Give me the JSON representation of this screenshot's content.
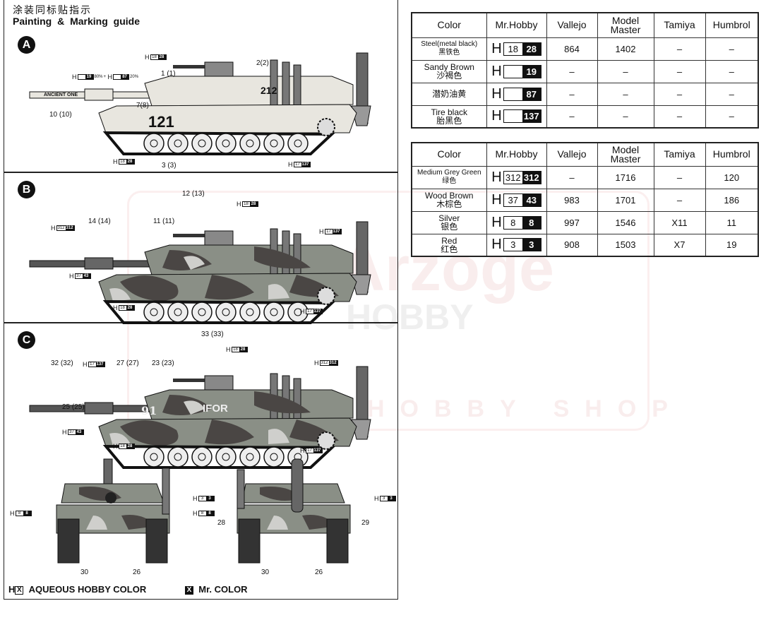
{
  "guide": {
    "title_cn": "涂装同标贴指示",
    "title_en": "Painting & Marking guide",
    "schemes": [
      "A",
      "B",
      "C"
    ]
  },
  "panel_a": {
    "decal_hull": "121",
    "decal_turret": "212",
    "decal_barrel": "ANCIENT ONE",
    "callouts": {
      "mg": {
        "aq": "18",
        "mr": "28"
      },
      "mix": {
        "aq1": "19",
        "pct1": "80%",
        "plus": "+",
        "aq2": "87",
        "pct2": "20%"
      },
      "n2": "2(2)",
      "n1": "1 (1)",
      "n7": "7(8)",
      "n10": "10 (10)",
      "n3": "3 (3)",
      "track_front": {
        "aq": "18",
        "mr": "28"
      },
      "track_rear": {
        "aq": "17",
        "mr": "137"
      }
    }
  },
  "panel_b": {
    "callouts": {
      "n12": "12 (13)",
      "mg": {
        "aq": "18",
        "mr": "28"
      },
      "n14": "14 (14)",
      "n11": "11 (11)",
      "green": {
        "aq": "312",
        "mr": "312"
      },
      "tire": {
        "aq": "17",
        "mr": "137"
      },
      "brown": {
        "aq": "37",
        "mr": "43"
      },
      "track_front": {
        "aq": "18",
        "mr": "28"
      },
      "track_rear": {
        "aq": "17",
        "mr": "137"
      }
    }
  },
  "panel_c": {
    "decal_hull": "91",
    "decal_ifor": "IFOR",
    "callouts": {
      "n33": "33 (33)",
      "mg": {
        "aq": "18",
        "mr": "28"
      },
      "n32": "32 (32)",
      "barrel": {
        "aq": "17",
        "mr": "137"
      },
      "n27": "27 (27)",
      "n23": "23 (23)",
      "green": {
        "aq": "312",
        "mr": "312"
      },
      "n25": "25 (25)",
      "brown": {
        "aq": "37",
        "mr": "43"
      },
      "track_front": {
        "aq": "18",
        "mr": "28"
      },
      "track_rear": {
        "aq": "17",
        "mr": "137"
      }
    },
    "front_view": {
      "light_left": {
        "aq": "8",
        "mr": "8"
      },
      "light_right": {
        "aq": "8",
        "mr": "8"
      },
      "n30": "30",
      "n26": "26"
    },
    "rear_view": {
      "light_left": {
        "aq": "3",
        "mr": "3"
      },
      "light_right": {
        "aq": "3",
        "mr": "3"
      },
      "n28": "28",
      "n29": "29",
      "n30": "30",
      "n26": "26"
    }
  },
  "legend": {
    "aqueous_prefix": "H",
    "aqueous_box": "X",
    "aqueous_label": "AQUEOUS HOBBY COLOR",
    "mr_box": "X",
    "mr_label": "Mr. COLOR"
  },
  "tables": {
    "headers": {
      "color": "Color",
      "mr_hobby": "Mr.Hobby",
      "vallejo": "Vallejo",
      "model_master_1": "Model",
      "model_master_2": "Master",
      "tamiya": "Tamiya",
      "humbrol": "Humbrol"
    },
    "chip_prefix": "H",
    "table1": [
      {
        "en": "Steel(metal black)",
        "cn": "黑铁色",
        "aq": "18",
        "mr": "28",
        "vallejo": "864",
        "model_master": "1402",
        "tamiya": "–",
        "humbrol": "–"
      },
      {
        "en": "Sandy Brown",
        "cn": "沙褐色",
        "aq": "",
        "mr": "19",
        "vallejo": "–",
        "model_master": "–",
        "tamiya": "–",
        "humbrol": "–"
      },
      {
        "en": "",
        "cn": "潜奶油黄",
        "aq": "",
        "mr": "87",
        "vallejo": "–",
        "model_master": "–",
        "tamiya": "–",
        "humbrol": "–"
      },
      {
        "en": "Tire black",
        "cn": "胎黑色",
        "aq": "",
        "mr": "137",
        "vallejo": "–",
        "model_master": "–",
        "tamiya": "–",
        "humbrol": "–"
      }
    ],
    "table2": [
      {
        "en": "Medium Grey Green",
        "cn": "绿色",
        "aq": "312",
        "mr": "312",
        "vallejo": "–",
        "model_master": "1716",
        "tamiya": "–",
        "humbrol": "120"
      },
      {
        "en": "Wood Brown",
        "cn": "木棕色",
        "aq": "37",
        "mr": "43",
        "vallejo": "983",
        "model_master": "1701",
        "tamiya": "–",
        "humbrol": "186"
      },
      {
        "en": "Silver",
        "cn": "银色",
        "aq": "8",
        "mr": "8",
        "vallejo": "997",
        "model_master": "1546",
        "tamiya": "X11",
        "humbrol": "11"
      },
      {
        "en": "Red",
        "cn": "红色",
        "aq": "3",
        "mr": "3",
        "vallejo": "908",
        "model_master": "1503",
        "tamiya": "X7",
        "humbrol": "19"
      }
    ]
  },
  "watermark": {
    "line1": "Arzoge",
    "line2": "HOBBY",
    "line3": "HOBBY SHOP"
  },
  "colors": {
    "ink": "#111111",
    "sand": "#e8e6df",
    "green": "#8a8f86",
    "brown": "#4a4644",
    "light": "#cfcfcc"
  }
}
